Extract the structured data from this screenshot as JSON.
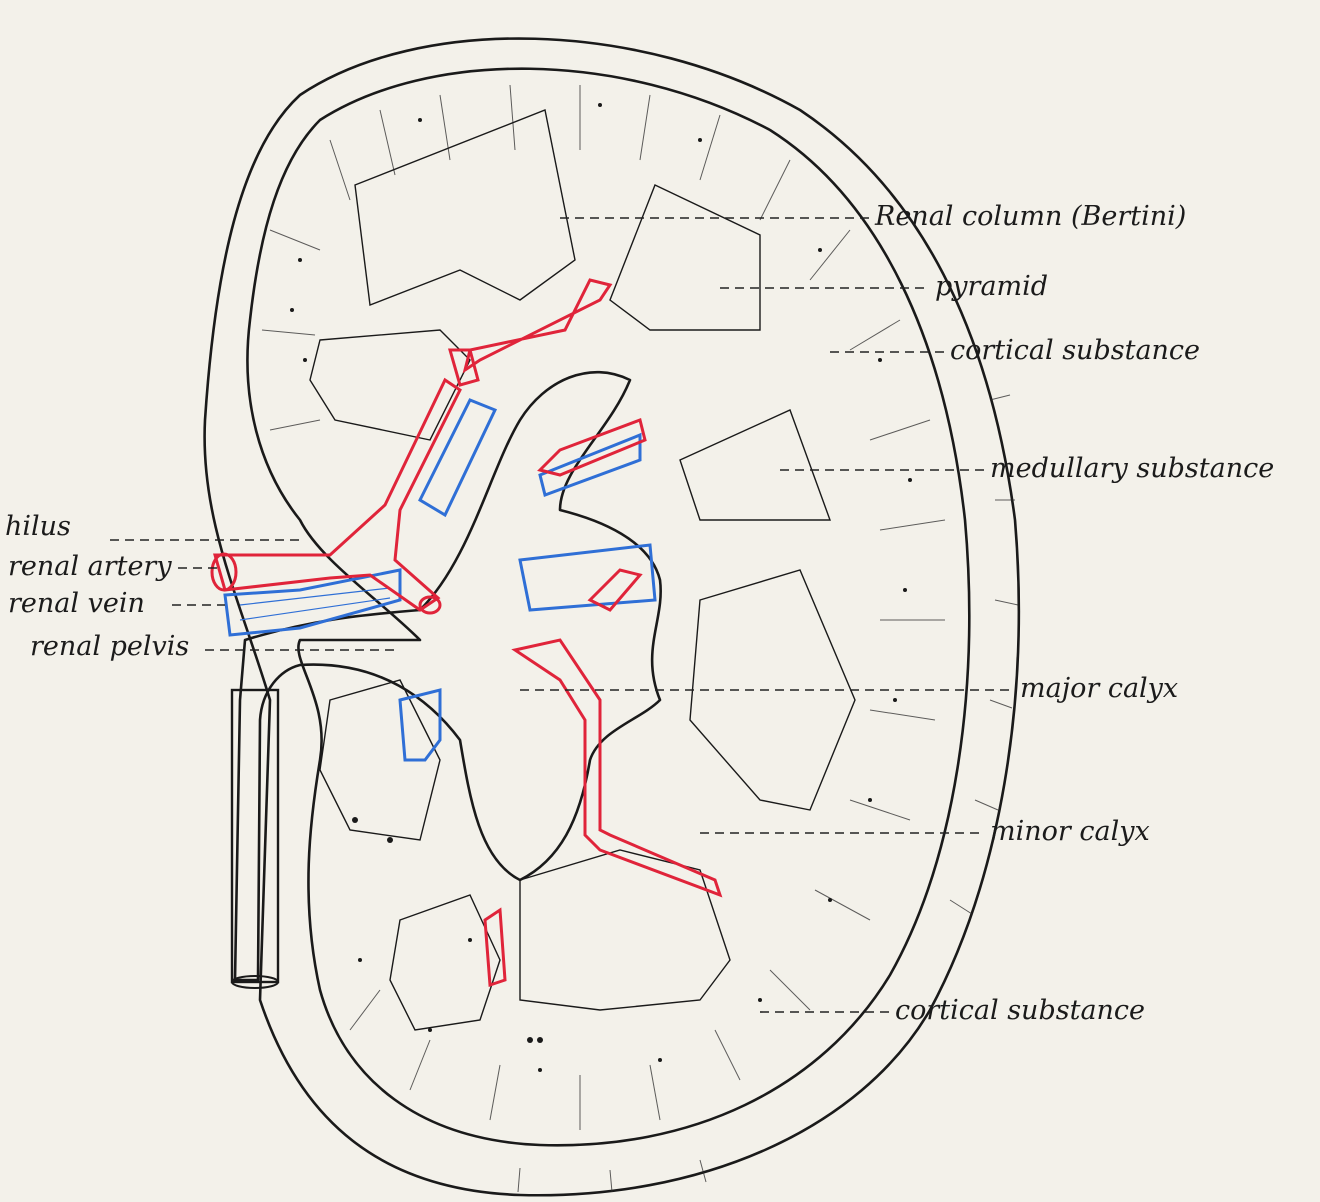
{
  "colors": {
    "paper": "#f3f1ea",
    "ink": "#1a1a1a",
    "artery": "#e0243a",
    "vein": "#2f6fd6"
  },
  "labels": {
    "renal_column": "Renal column (Bertini)",
    "pyramid": "pyramid",
    "cortical_substance_top": "cortical substance",
    "medullary_substance": "medullary substance",
    "major_calyx": "major calyx",
    "minor_calyx": "minor calyx",
    "cortical_substance_bottom": "cortical substance",
    "hilus": "hilus",
    "renal_artery": "renal artery",
    "renal_vein": "renal vein",
    "renal_pelvis": "renal pelvis"
  }
}
